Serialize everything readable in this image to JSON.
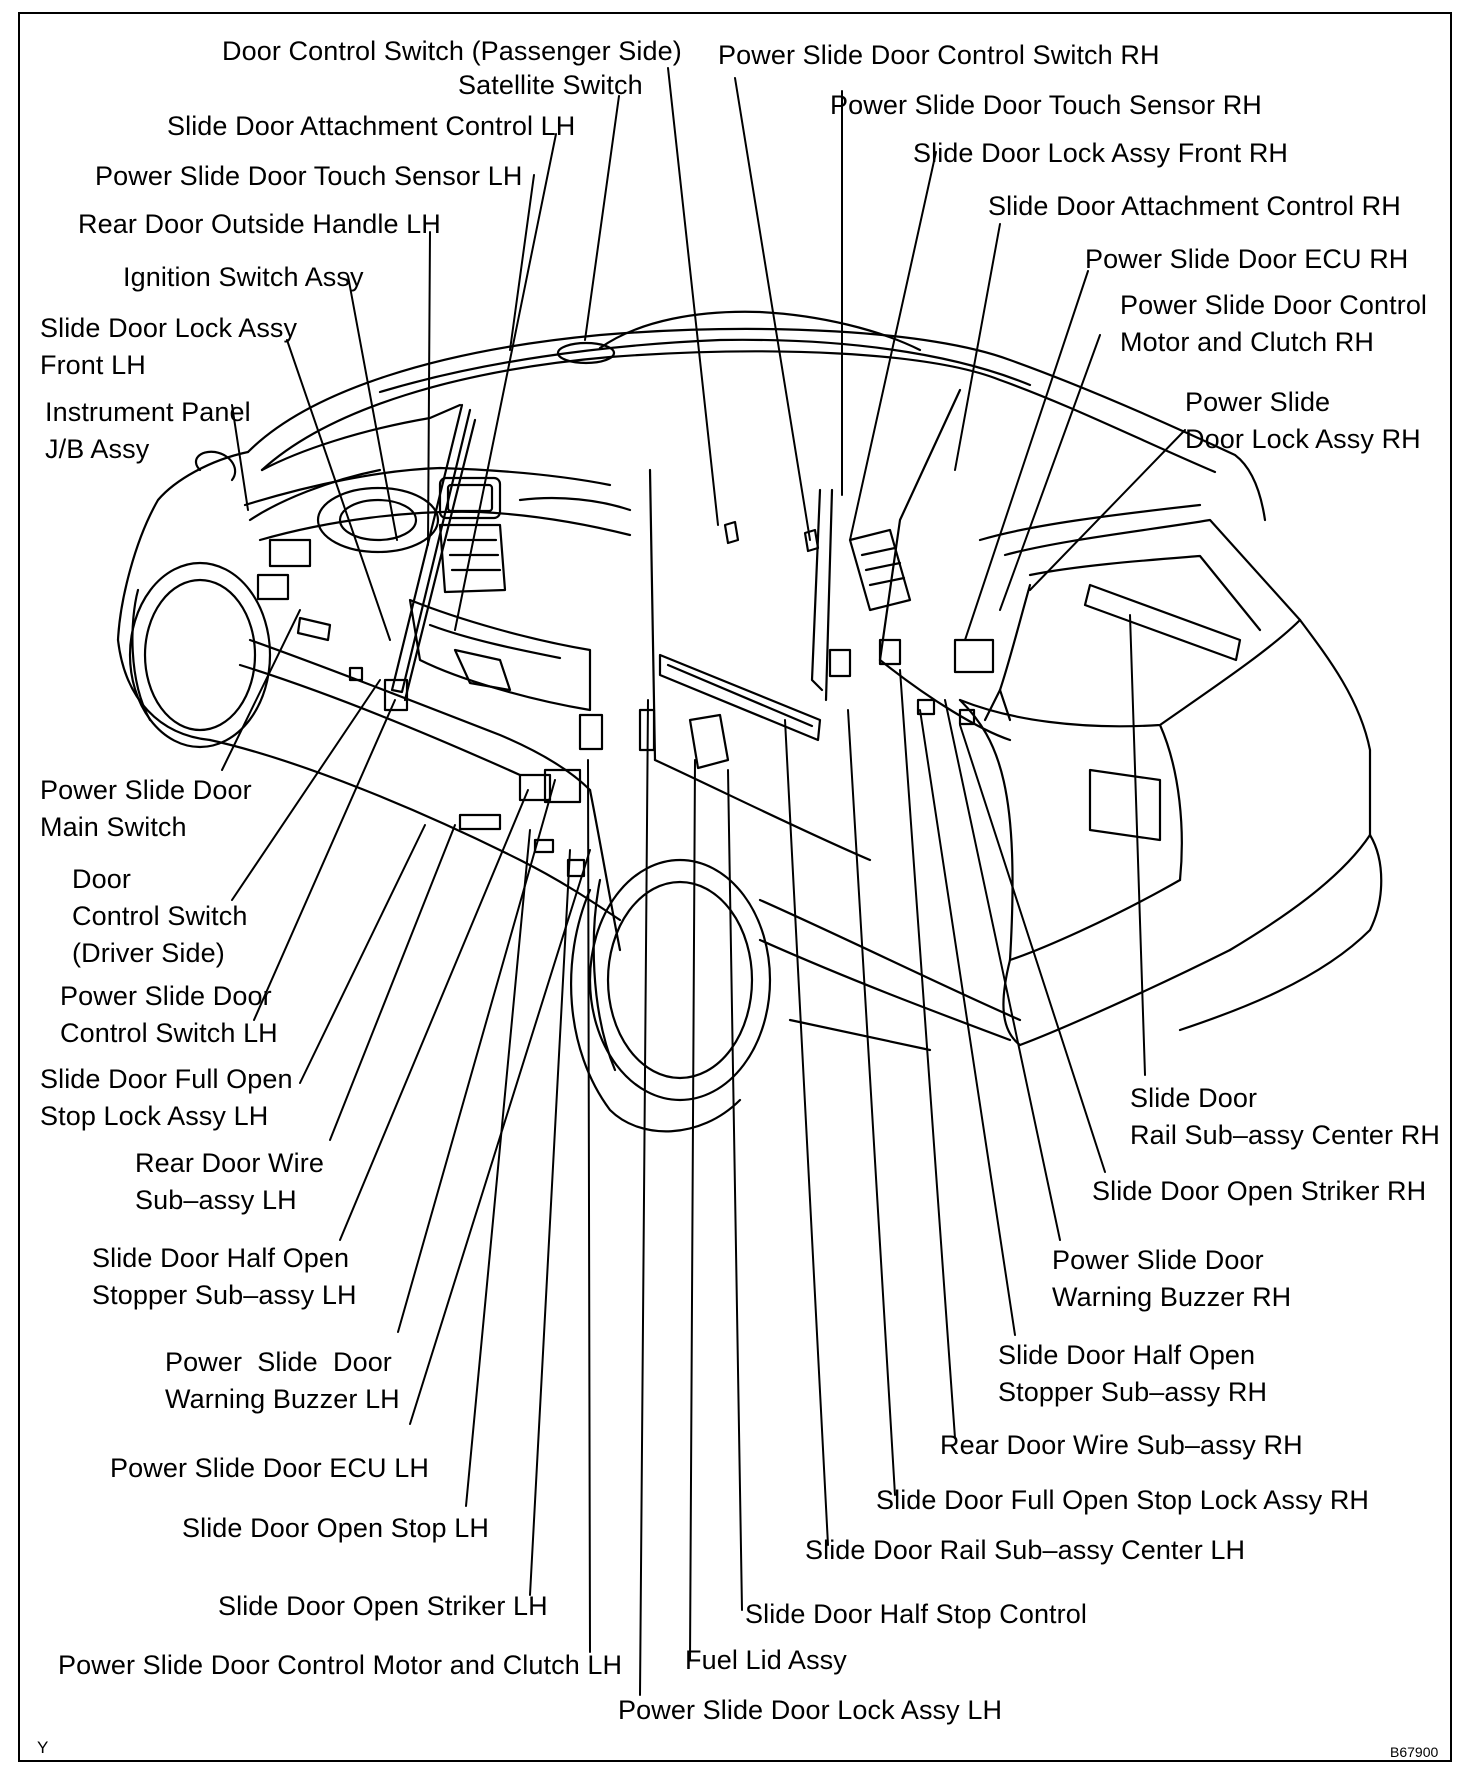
{
  "labels": {
    "door_control_switch_passenger": "Door Control Switch (Passenger Side)",
    "satellite_switch": "Satellite Switch",
    "slide_door_attachment_control_lh": "Slide Door Attachment Control LH",
    "power_slide_door_touch_sensor_lh": "Power Slide Door Touch Sensor LH",
    "rear_door_outside_handle_lh": "Rear Door Outside Handle LH",
    "ignition_switch_assy": "Ignition Switch Assy",
    "slide_door_lock_assy_front_lh": [
      "Slide Door Lock Assy",
      "Front LH"
    ],
    "instrument_panel_jb_assy": [
      "Instrument Panel",
      "J/B Assy"
    ],
    "power_slide_door_control_switch_rh": "Power Slide Door Control Switch RH",
    "power_slide_door_touch_sensor_rh": "Power Slide Door Touch Sensor RH",
    "slide_door_lock_assy_front_rh": "Slide Door Lock Assy Front RH",
    "slide_door_attachment_control_rh": "Slide Door Attachment Control RH",
    "power_slide_door_ecu_rh": "Power Slide Door ECU RH",
    "power_slide_door_control_motor_clutch_rh": [
      "Power Slide Door Control",
      "Motor and Clutch RH"
    ],
    "power_slide_door_lock_assy_rh": [
      "Power Slide",
      "Door Lock Assy RH"
    ],
    "power_slide_door_main_switch": [
      "Power Slide Door",
      "Main Switch"
    ],
    "door_control_switch_driver": [
      "Door",
      "Control Switch",
      "(Driver Side)"
    ],
    "power_slide_door_control_switch_lh": [
      "Power Slide Door",
      "Control Switch LH"
    ],
    "slide_door_full_open_stop_lock_assy_lh": [
      "Slide Door Full Open",
      "Stop Lock Assy LH"
    ],
    "rear_door_wire_sub_assy_lh": [
      "Rear Door Wire",
      "Sub–assy LH"
    ],
    "slide_door_half_open_stopper_lh": [
      "Slide Door Half Open",
      "Stopper Sub–assy LH"
    ],
    "power_slide_door_warning_buzzer_lh": [
      "Power  Slide  Door",
      "Warning Buzzer LH"
    ],
    "power_slide_door_ecu_lh": "Power Slide Door ECU LH",
    "slide_door_open_stop_lh": "Slide Door Open Stop LH",
    "slide_door_open_striker_lh": "Slide Door Open Striker LH",
    "power_slide_door_control_motor_clutch_lh": "Power Slide Door Control Motor and Clutch LH",
    "fuel_lid_assy": "Fuel Lid Assy",
    "power_slide_door_lock_assy_lh": "Power Slide Door Lock Assy LH",
    "slide_door_half_stop_control": "Slide Door Half Stop Control",
    "slide_door_rail_center_lh": "Slide Door Rail Sub–assy Center LH",
    "slide_door_full_open_stop_lock_assy_rh": "Slide Door Full Open Stop Lock Assy RH",
    "rear_door_wire_sub_assy_rh": "Rear Door Wire Sub–assy RH",
    "slide_door_half_open_stopper_rh": [
      "Slide Door Half Open",
      "Stopper Sub–assy RH"
    ],
    "power_slide_door_warning_buzzer_rh": [
      "Power Slide Door",
      "Warning Buzzer RH"
    ],
    "slide_door_open_striker_rh": "Slide Door Open Striker RH",
    "slide_door_rail_center_rh": [
      "Slide Door",
      "Rail Sub–assy Center RH"
    ]
  },
  "corner_marks": {
    "view_letter": "Y",
    "figure_code": "B67900"
  }
}
